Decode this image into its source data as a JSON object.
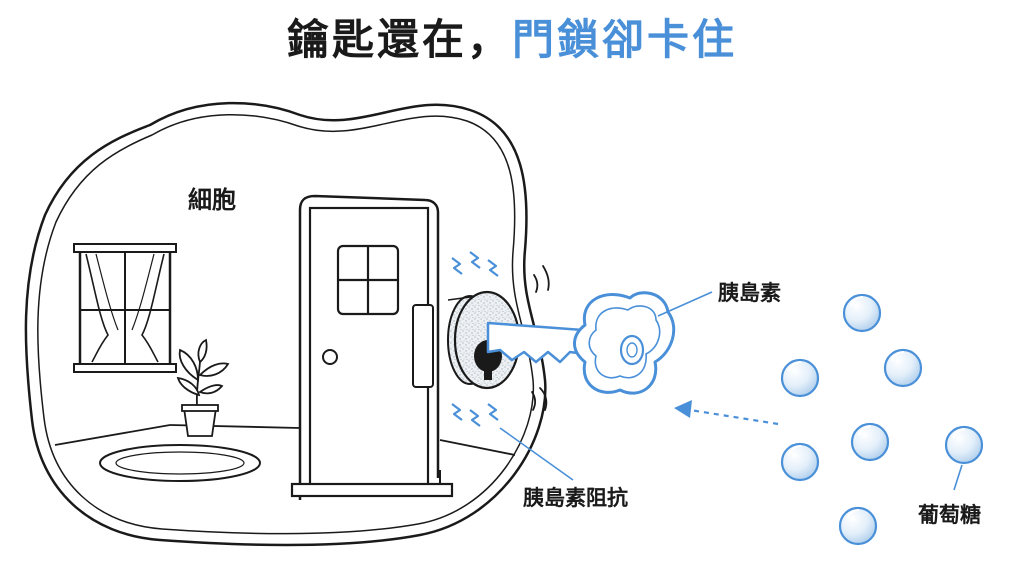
{
  "title": {
    "dark_part": "鑰匙還在，",
    "blue_part": "門鎖卻卡住"
  },
  "labels": {
    "cell": "細胞",
    "insulin": "胰島素",
    "insulin_resistance": "胰島素阻抗",
    "glucose": "葡萄糖"
  },
  "colors": {
    "ink": "#1a1a1a",
    "accent": "#4a90d9",
    "accent_light": "#d6e8f7"
  }
}
